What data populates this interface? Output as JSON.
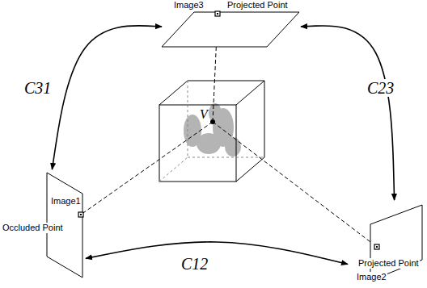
{
  "diagram": {
    "nodes": [
      {
        "text": [
          "Image3",
          "Projected Point"
        ]
      },
      {
        "text": [
          "V"
        ]
      },
      {
        "text": [
          "Image1",
          "Occluded Point"
        ]
      },
      {
        "text": [
          "Projected Point",
          "Image2"
        ]
      }
    ],
    "edges": [
      {
        "from": 0,
        "to": 2,
        "label": "C31",
        "arrow": "both"
      },
      {
        "from": 0,
        "to": 3,
        "label": "C23",
        "arrow": "both"
      },
      {
        "from": 2,
        "to": 3,
        "label": "C12",
        "arrow": "both"
      }
    ]
  }
}
